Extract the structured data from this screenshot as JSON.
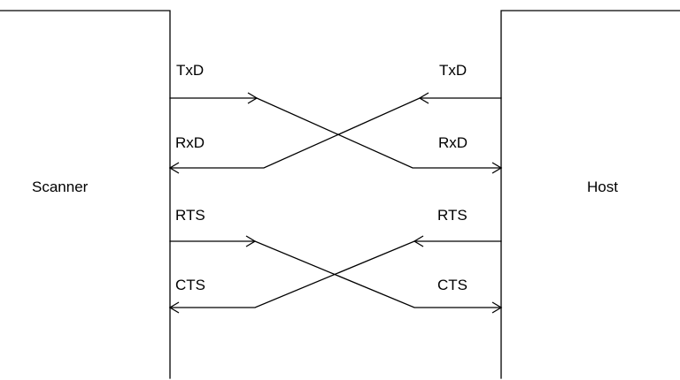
{
  "devices": {
    "left": "Scanner",
    "right": "Host"
  },
  "signals": {
    "left": {
      "txd": "TxD",
      "rxd": "RxD",
      "rts": "RTS",
      "cts": "CTS"
    },
    "right": {
      "txd": "TxD",
      "rxd": "RxD",
      "rts": "RTS",
      "cts": "CTS"
    }
  },
  "colors": {
    "line": "#000000",
    "background": "#ffffff"
  }
}
